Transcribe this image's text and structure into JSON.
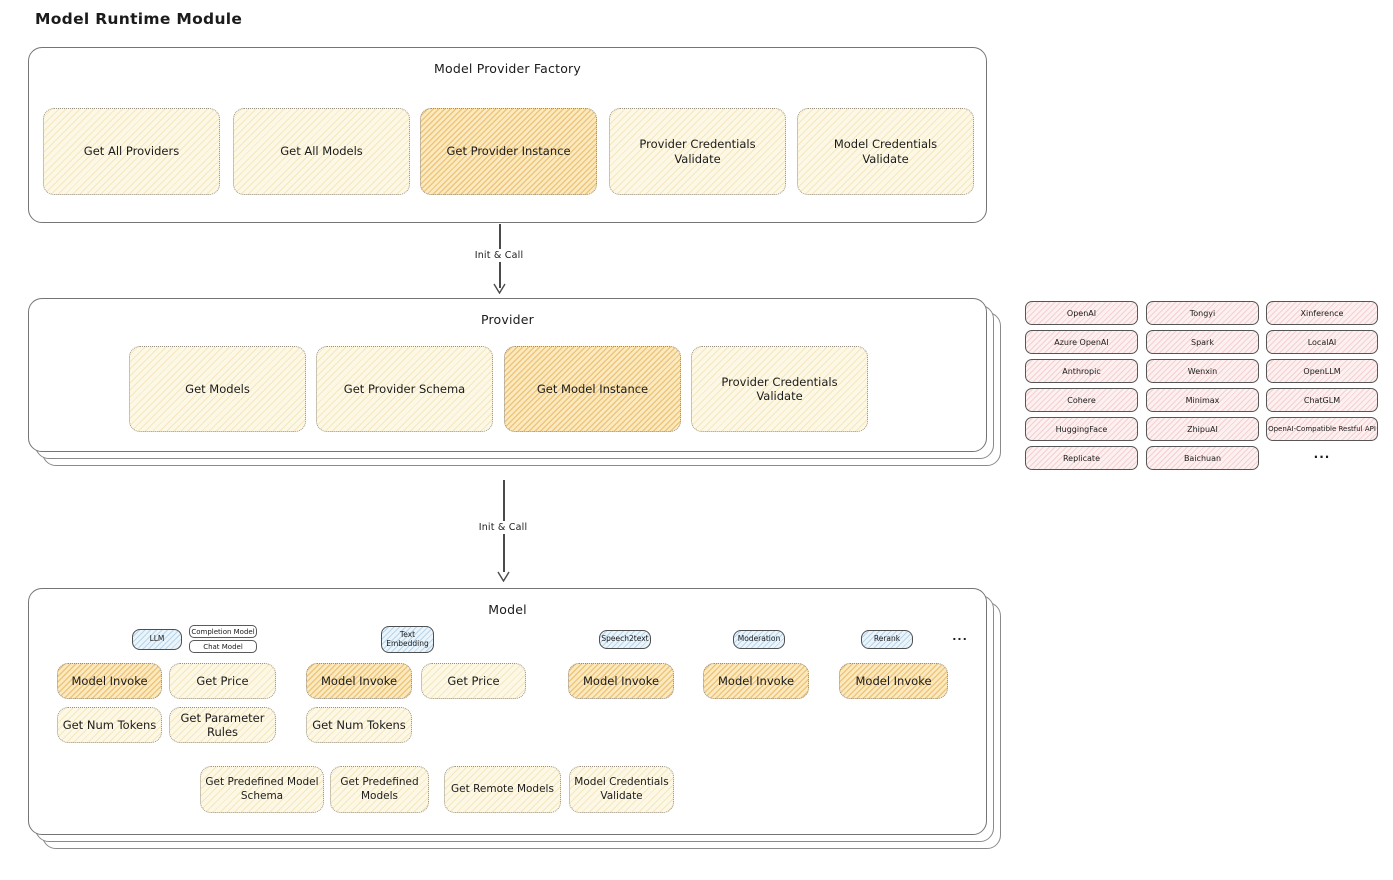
{
  "title": "Model Runtime Module",
  "arrow1": {
    "label": "Init & Call"
  },
  "arrow2": {
    "label": "Init & Call"
  },
  "factory": {
    "title": "Model Provider Factory",
    "items": [
      {
        "label": "Get All Providers",
        "highlight": false
      },
      {
        "label": "Get All Models",
        "highlight": false
      },
      {
        "label": "Get Provider Instance",
        "highlight": true
      },
      {
        "label": "Provider Credentials Validate",
        "highlight": false
      },
      {
        "label": "Model Credentials Validate",
        "highlight": false
      }
    ]
  },
  "provider": {
    "title": "Provider",
    "items": [
      {
        "label": "Get Models",
        "highlight": false
      },
      {
        "label": "Get Provider Schema",
        "highlight": false
      },
      {
        "label": "Get Model Instance",
        "highlight": true
      },
      {
        "label": "Provider Credentials Validate",
        "highlight": false
      }
    ]
  },
  "providers_grid": {
    "columns": [
      [
        "OpenAI",
        "Azure OpenAI",
        "Anthropic",
        "Cohere",
        "HuggingFace",
        "Replicate"
      ],
      [
        "Tongyi",
        "Spark",
        "Wenxin",
        "Minimax",
        "ZhipuAI",
        "Baichuan"
      ],
      [
        "Xinference",
        "LocalAI",
        "OpenLLM",
        "ChatGLM",
        "OpenAI-Compatible Restful API"
      ]
    ],
    "more": "..."
  },
  "model": {
    "title": "Model",
    "tabs": [
      "LLM",
      "Text Embedding",
      "Speech2text",
      "Moderation",
      "Rerank"
    ],
    "subtabs": [
      "Completion Model",
      "Chat Model"
    ],
    "more": "...",
    "boxes": [
      {
        "label": "Model Invoke",
        "highlight": true
      },
      {
        "label": "Get Price",
        "highlight": false
      },
      {
        "label": "Model Invoke",
        "highlight": true
      },
      {
        "label": "Get Price",
        "highlight": false
      },
      {
        "label": "Model Invoke",
        "highlight": true
      },
      {
        "label": "Model Invoke",
        "highlight": true
      },
      {
        "label": "Model Invoke",
        "highlight": true
      },
      {
        "label": "Get Num Tokens",
        "highlight": false
      },
      {
        "label": "Get Parameter Rules",
        "highlight": false
      },
      {
        "label": "Get Num Tokens",
        "highlight": false
      },
      {
        "label": "Get Predefined Model Schema",
        "highlight": false
      },
      {
        "label": "Get Predefined Models",
        "highlight": false
      },
      {
        "label": "Get Remote Models",
        "highlight": false
      },
      {
        "label": "Model Credentials Validate",
        "highlight": false
      }
    ]
  },
  "colors": {
    "yellow_box": "#fdf8e6",
    "orange_highlight": "#fbeac0",
    "blue_tab": "#eaf4fb",
    "pink_chip": "#fdf0f0",
    "outline": "#757575"
  }
}
